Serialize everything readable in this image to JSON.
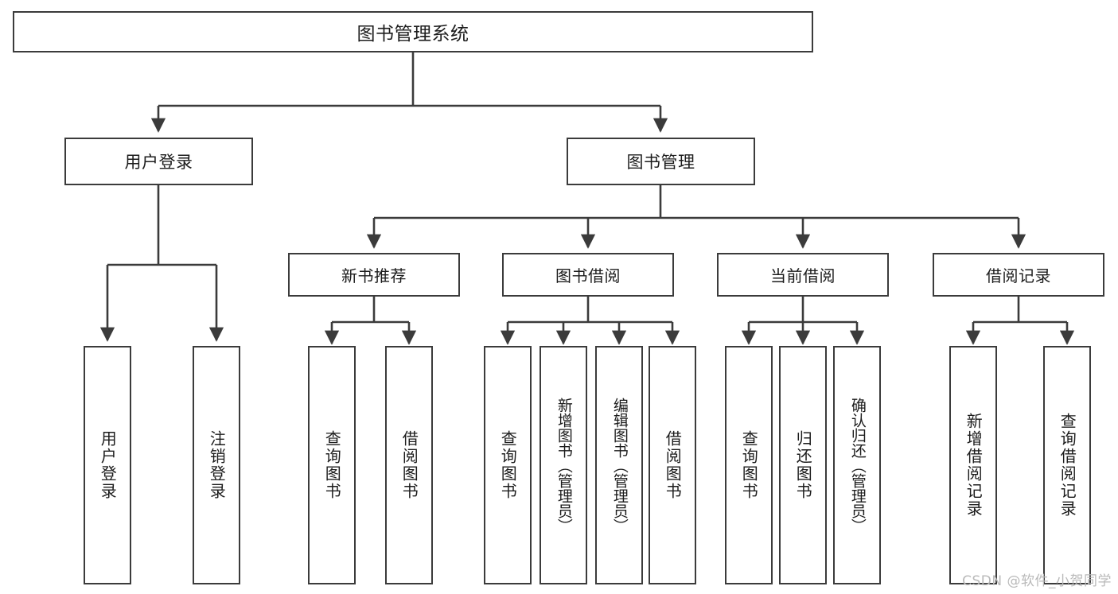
{
  "diagram": {
    "title": "图书管理系统",
    "type": "tree-hierarchy-diagram",
    "watermark": "CSDN @软件_小贺同学",
    "colors": {
      "border": "#3b3b3b",
      "background": "#ffffff",
      "text": "#1c1c1c",
      "watermark": "#b9b9b9"
    },
    "root": {
      "label": "图书管理系统"
    },
    "level2": [
      {
        "label": "用户登录"
      },
      {
        "label": "图书管理"
      }
    ],
    "level3": [
      {
        "label": "新书推荐"
      },
      {
        "label": "图书借阅"
      },
      {
        "label": "当前借阅"
      },
      {
        "label": "借阅记录"
      }
    ],
    "leaves": {
      "user_login": [
        {
          "label": "用户登录"
        },
        {
          "label": "注销登录"
        }
      ],
      "new_book_recommend": [
        {
          "label": "查询图书"
        },
        {
          "label": "借阅图书"
        }
      ],
      "book_borrow": [
        {
          "label": "查询图书"
        },
        {
          "label": "新增图书（管理员）"
        },
        {
          "label": "编辑图书（管理员）"
        },
        {
          "label": "借阅图书"
        }
      ],
      "current_borrow": [
        {
          "label": "查询图书"
        },
        {
          "label": "归还图书"
        },
        {
          "label": "确认归还（管理员）"
        }
      ],
      "borrow_record": [
        {
          "label": "新增借阅记录"
        },
        {
          "label": "查询借阅记录"
        }
      ]
    }
  }
}
